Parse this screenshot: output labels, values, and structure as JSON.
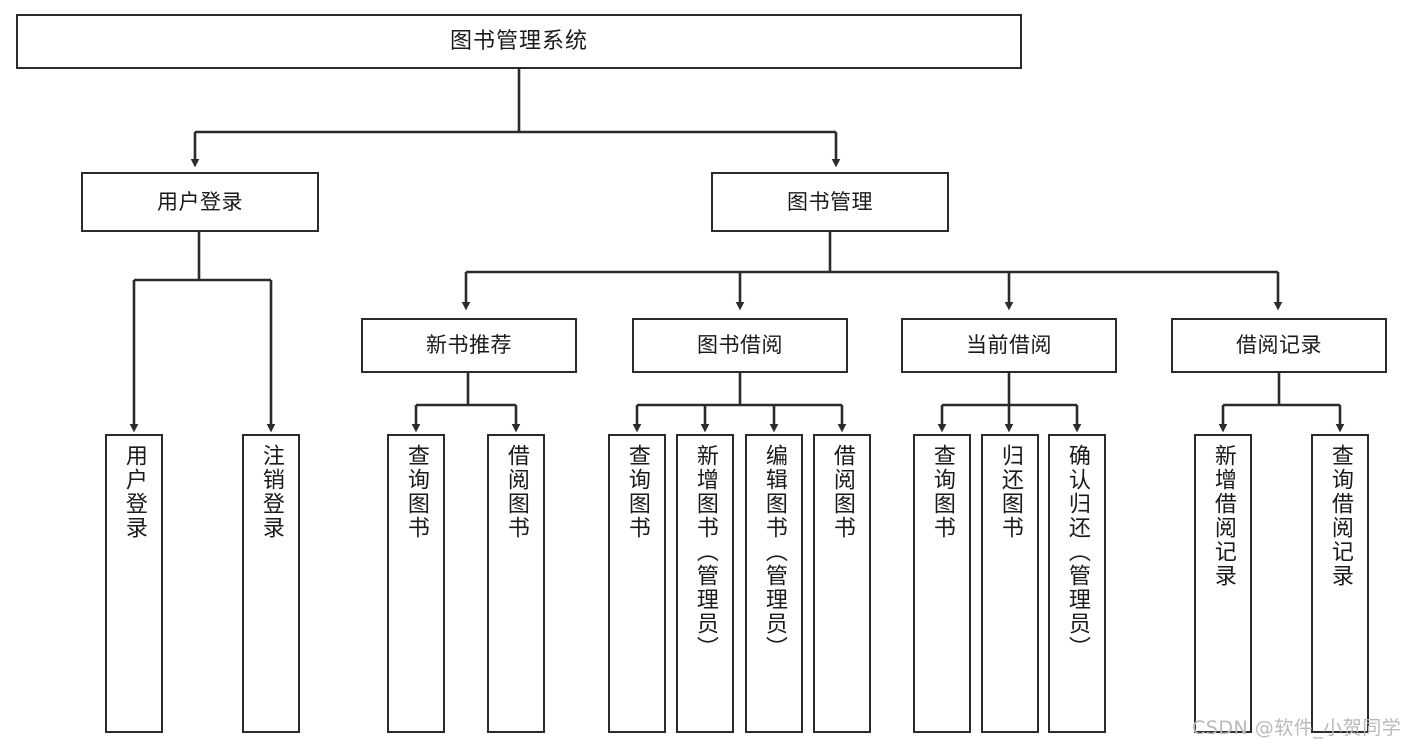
{
  "diagram": {
    "title": "图书管理系统",
    "type": "tree-hierarchy-chart",
    "colors": {
      "box_stroke": "#2b2b2b",
      "box_fill": "#ffffff",
      "edge": "#2b2b2b",
      "watermark": "#b9b9b9",
      "background": "#ffffff"
    },
    "nodes": {
      "root": {
        "label": "图书管理系统"
      },
      "level2": [
        {
          "label": "用户登录"
        },
        {
          "label": "图书管理"
        }
      ],
      "level3": [
        {
          "label": "新书推荐"
        },
        {
          "label": "图书借阅"
        },
        {
          "label": "当前借阅"
        },
        {
          "label": "借阅记录"
        }
      ],
      "leaves": {
        "user_login": [
          {
            "label": "用户登录"
          },
          {
            "label": "注销登录"
          }
        ],
        "new_book": [
          {
            "label": "查询图书"
          },
          {
            "label": "借阅图书"
          }
        ],
        "borrow": [
          {
            "label": "查询图书"
          },
          {
            "label": "新增图书（管理员）"
          },
          {
            "label": "编辑图书（管理员）"
          },
          {
            "label": "借阅图书"
          }
        ],
        "current": [
          {
            "label": "查询图书"
          },
          {
            "label": "归还图书"
          },
          {
            "label": "确认归还（管理员）"
          }
        ],
        "records": [
          {
            "label": "新增借阅记录"
          },
          {
            "label": "查询借阅记录"
          }
        ]
      }
    },
    "watermark": "CSDN @软件_小贺同学"
  }
}
